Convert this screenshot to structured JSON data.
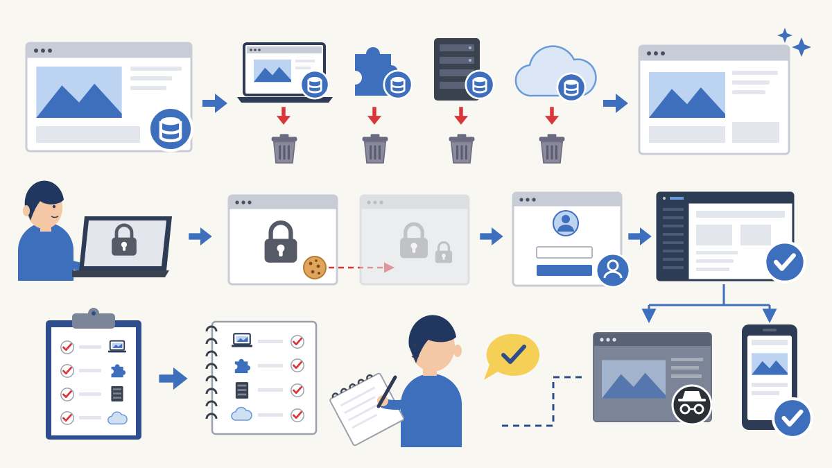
{
  "colors": {
    "background": "#f9f7f1",
    "primary_blue": "#3d6fbd",
    "dark_navy": "#2e3b55",
    "light_blue": "#bcd3f1",
    "frame_gray": "#c8ccd6",
    "panel_gray": "#e3e6ec",
    "trash_gray": "#8a8a9c",
    "delete_red": "#d9363a",
    "check_red": "#d9363a",
    "cookie": "#e0a45a",
    "skin": "#f5c8a5",
    "speech_yellow": "#f6cf57"
  },
  "rows": [
    {
      "name": "clear-site-data",
      "steps": [
        "browser-with-database",
        "laptop-storage",
        "extension-storage",
        "server-storage",
        "cloud-storage",
        "clean-browser"
      ],
      "deleted_storage": [
        "laptop",
        "extension",
        "server",
        "cloud"
      ]
    },
    {
      "name": "re-login-flow",
      "steps": [
        "user-at-locked-laptop",
        "locked-browser-with-cookie",
        "faded-locked-browser",
        "login-form",
        "dashboard-verified"
      ]
    },
    {
      "name": "checklist-verification",
      "steps": [
        "clipboard-checklist",
        "notebook-checklist",
        "user-writing-notes",
        "incognito-browser",
        "mobile-verified"
      ],
      "checklist_icons": [
        "laptop-icon",
        "puzzle-icon",
        "server-icon",
        "cloud-icon"
      ]
    }
  ]
}
